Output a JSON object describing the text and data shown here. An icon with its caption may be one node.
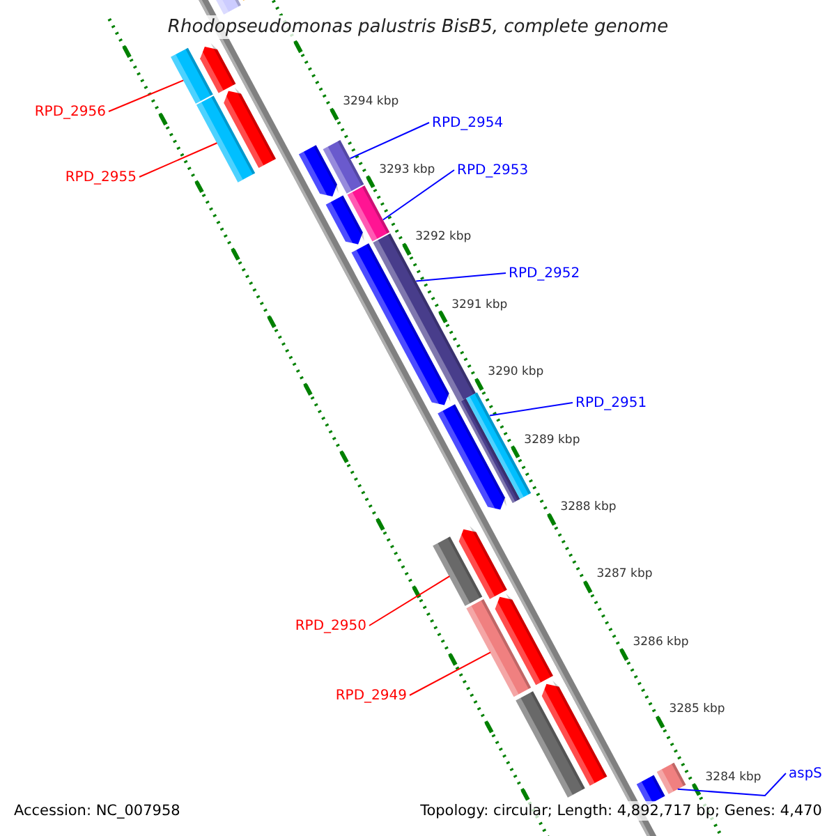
{
  "diagram": {
    "title": "Rhodopseudomonas palustris BisB5, complete genome",
    "nodes": [
      {
        "text": [
          "RPD_2956"
        ]
      },
      {
        "text": [
          "RPD_2955"
        ]
      },
      {
        "text": [
          "RPD_2954"
        ]
      },
      {
        "text": [
          "RPD_2953"
        ]
      },
      {
        "text": [
          "RPD_2952"
        ]
      },
      {
        "text": [
          "RPD_2951"
        ]
      },
      {
        "text": [
          "RPD_2950"
        ]
      },
      {
        "text": [
          "RPD_2949"
        ]
      },
      {
        "text": [
          "aspS"
        ]
      },
      {
        "text": [],
        "shape": "bar"
      },
      {
        "text": [],
        "shape": "bar"
      },
      {
        "text": [],
        "shape": "bar"
      },
      {
        "text": [],
        "shape": "bar"
      },
      {
        "text": [],
        "shape": "bar"
      },
      {
        "text": [],
        "shape": "bar"
      },
      {
        "text": [],
        "shape": "bar"
      },
      {
        "text": [],
        "shape": "bar"
      },
      {
        "text": [],
        "shape": "bar"
      }
    ],
    "edges": [
      {
        "from": 0,
        "to": 9,
        "arrow": "none",
        "color": "#ff0000"
      },
      {
        "from": 1,
        "to": 10,
        "arrow": "none",
        "color": "#ff0000"
      },
      {
        "from": 2,
        "to": 11,
        "arrow": "none"
      },
      {
        "from": 3,
        "to": 12,
        "arrow": "none"
      },
      {
        "from": 4,
        "to": 13,
        "arrow": "none"
      },
      {
        "from": 5,
        "to": 14,
        "arrow": "none"
      },
      {
        "from": 6,
        "to": 15,
        "arrow": "none",
        "color": "#ff0000"
      },
      {
        "from": 7,
        "to": 16,
        "arrow": "none",
        "color": "#ff0000"
      },
      {
        "from": 8,
        "to": 17,
        "arrow": "none"
      }
    ],
    "labels": [
      "3294 kbp",
      "3293 kbp",
      "3292 kbp",
      "3291 kbp",
      "3290 kbp",
      "3289 kbp",
      "3288 kbp",
      "3287 kbp",
      "3286 kbp",
      "3285 kbp",
      "3284 kbp",
      "Accession: NC_007958",
      "Topology: circular; Length: 4,892,717 bp; Genes: 4,470"
    ]
  }
}
